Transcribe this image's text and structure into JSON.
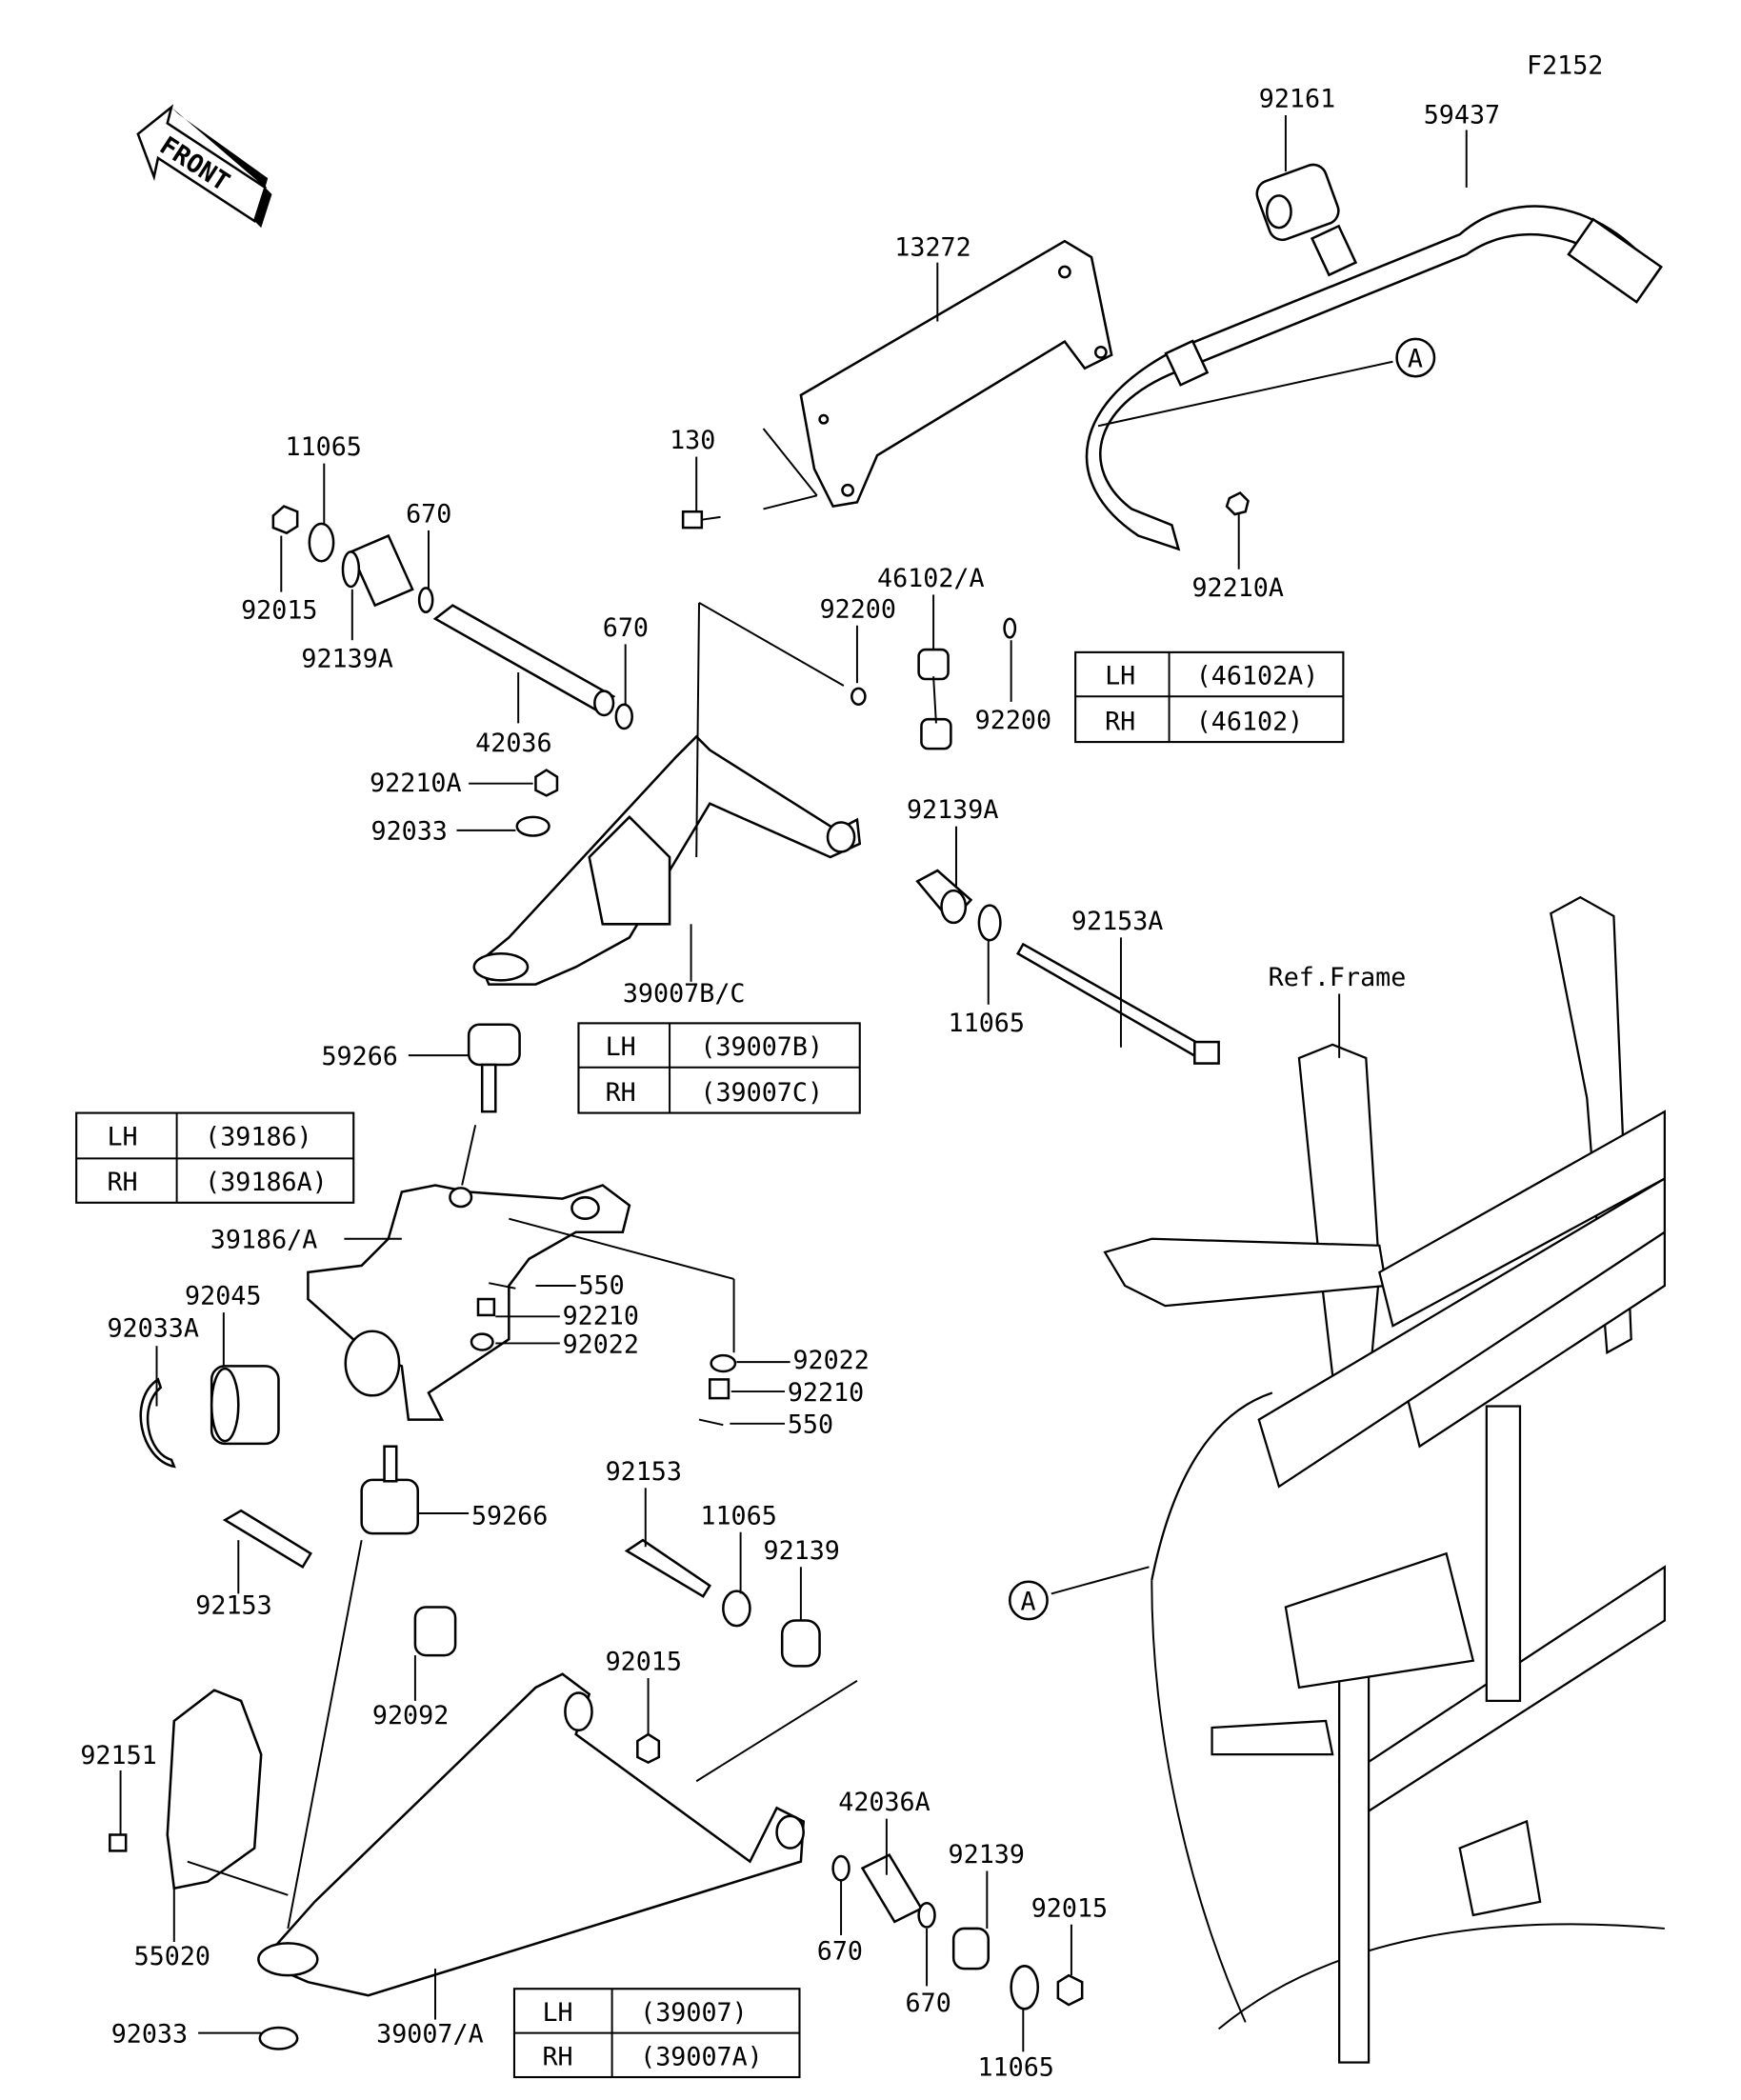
{
  "figure_code": "F2152",
  "front_arrow": {
    "text": "FRONT",
    "icon": "front-direction-arrow-icon"
  },
  "ref_frame_label": "Ref.Frame",
  "callout_ref": "A",
  "labels": [
    "92161",
    "59437",
    "13272",
    "130",
    "11065",
    "670",
    "92015",
    "92139A",
    "670",
    "42036",
    "46102/A",
    "92200",
    "92200",
    "92210A",
    "92210A",
    "92033",
    "92139A",
    "92153A",
    "39007B/C",
    "11065",
    "59266",
    "39186/A",
    "550",
    "92045",
    "92210",
    "92033A",
    "92022",
    "92022",
    "92210",
    "550",
    "92153",
    "59266",
    "11065",
    "92139",
    "92153",
    "92015",
    "92092",
    "92151",
    "42036A",
    "92139",
    "92015",
    "55020",
    "670",
    "670",
    "39007/A",
    "92033",
    "11065"
  ],
  "tables": [
    {
      "rows": [
        [
          "LH",
          "(46102A)"
        ],
        [
          "RH",
          "(46102)"
        ]
      ]
    },
    {
      "rows": [
        [
          "LH",
          "(39007B)"
        ],
        [
          "RH",
          "(39007C)"
        ]
      ]
    },
    {
      "rows": [
        [
          "LH",
          "(39186)"
        ],
        [
          "RH",
          "(39186A)"
        ]
      ]
    },
    {
      "rows": [
        [
          "LH",
          "(39007)"
        ],
        [
          "RH",
          "(39007A)"
        ]
      ]
    }
  ]
}
